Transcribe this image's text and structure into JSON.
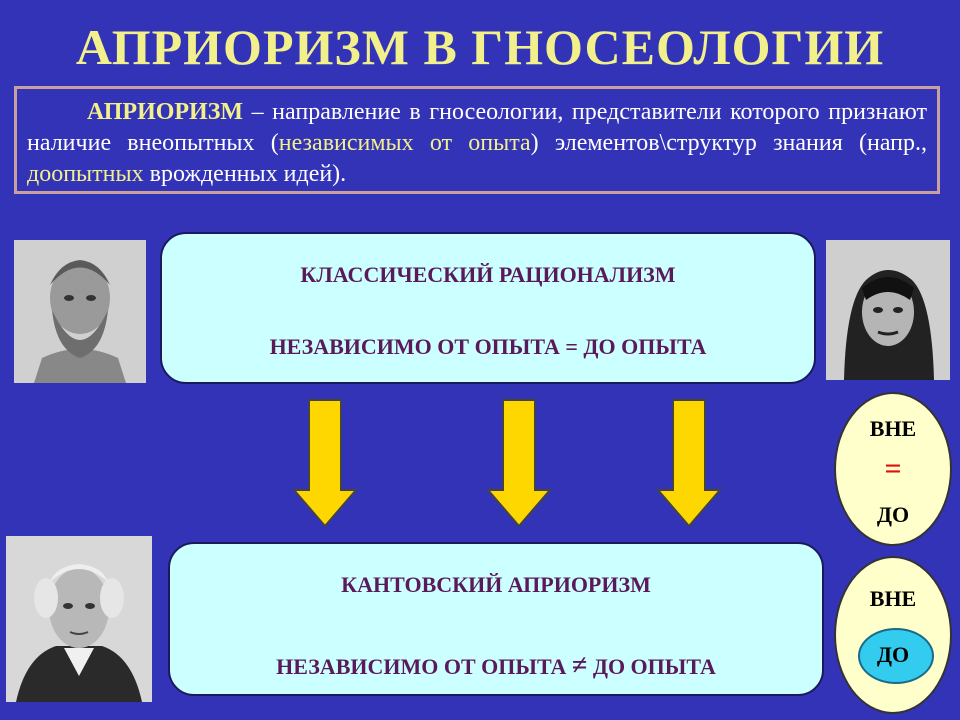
{
  "title": "АПРИОРИЗМ В ГНОСЕОЛОГИИ",
  "definition": {
    "term": "АПРИОРИЗМ",
    "text1": " – направление в гносеологии, представители которого признают наличие внеопытных (",
    "highlight1": "независимых от опыта",
    "text2": ") элементов\\структур знания (напр., ",
    "highlight2": "доопытных",
    "text3": " врожденных идей)."
  },
  "panel_top": {
    "heading": "КЛАССИЧЕСКИЙ РАЦИОНАЛИЗМ",
    "formula": "НЕЗАВИСИМО ОТ ОПЫТА = ДО ОПЫТА"
  },
  "panel_bottom": {
    "heading": "КАНТОВСКИЙ АПРИОРИЗМ",
    "formula_left": "НЕЗАВИСИМО ОТ ОПЫТА ",
    "formula_sign": "≠",
    "formula_right": " ДО ОПЫТА"
  },
  "oval_top": {
    "top": "ВНЕ",
    "sign": "=",
    "bottom": "ДО"
  },
  "oval_bottom": {
    "top": "ВНЕ",
    "bottom": "ДО"
  },
  "portraits": [
    "plato-bust",
    "descartes-portrait",
    "kant-portrait"
  ],
  "colors": {
    "background": "#3333b8",
    "title": "#f2f08a",
    "panel": "#ccffff",
    "panel_text": "#5a1a5a",
    "arrow": "#ffd700",
    "oval": "#ffffcc"
  }
}
